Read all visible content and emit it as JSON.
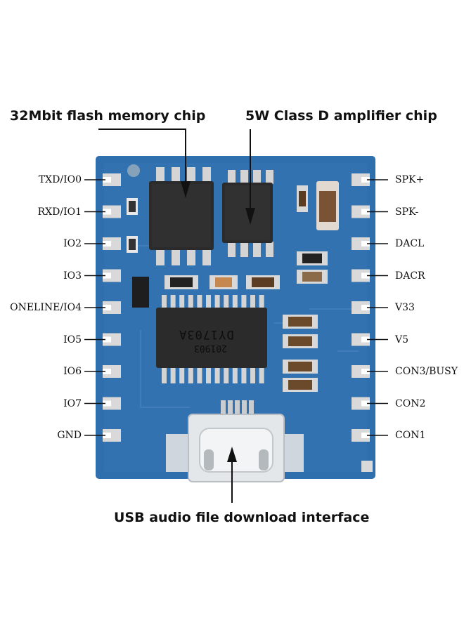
{
  "callouts": {
    "flash": "32Mbit flash memory chip",
    "amplifier": "5W Class D amplifier chip",
    "usb": "USB audio file download interface"
  },
  "left_pins": [
    "TXD/IO0",
    "RXD/IO1",
    "IO2",
    "IO3",
    "ONELINE/IO4",
    "IO5",
    "IO6",
    "IO7",
    "GND"
  ],
  "right_pins": [
    "SPK+",
    "SPK-",
    "DACL",
    "DACR",
    "V33",
    "V5",
    "CON3/BUSY",
    "CON2",
    "CON1"
  ],
  "chip_markings": {
    "main_line1": "DY1703A",
    "main_line2": "201903"
  },
  "colors": {
    "board": "#2f6fae",
    "board_dark": "#215891",
    "pad": "#d9d9d9",
    "chip": "#2b2b2b"
  }
}
